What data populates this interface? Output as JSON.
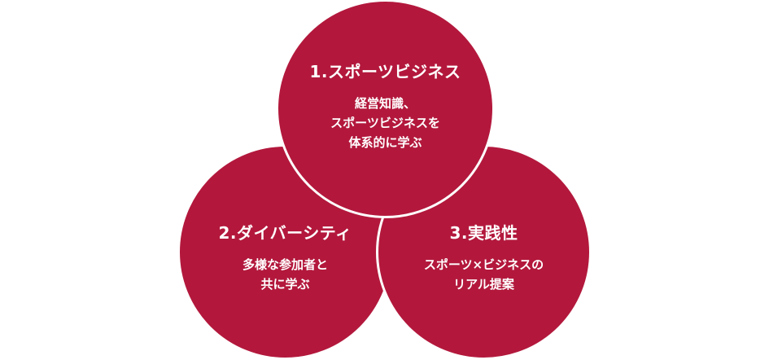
{
  "colors": {
    "circle_fill": "#b3183c",
    "circle_border": "#ffffff",
    "text": "#ffffff",
    "background": "#ffffff"
  },
  "circles": [
    {
      "id": "top",
      "title": "1.スポーツビジネス",
      "lines": [
        "経営知識、",
        "スポーツビジネスを",
        "体系的に学ぶ"
      ]
    },
    {
      "id": "left",
      "title": "2.ダイバーシティ",
      "lines": [
        "多様な参加者と",
        "共に学ぶ"
      ]
    },
    {
      "id": "right",
      "title": "3.実践性",
      "lines": [
        "スポーツ×ビジネスの",
        "リアル提案"
      ]
    }
  ]
}
